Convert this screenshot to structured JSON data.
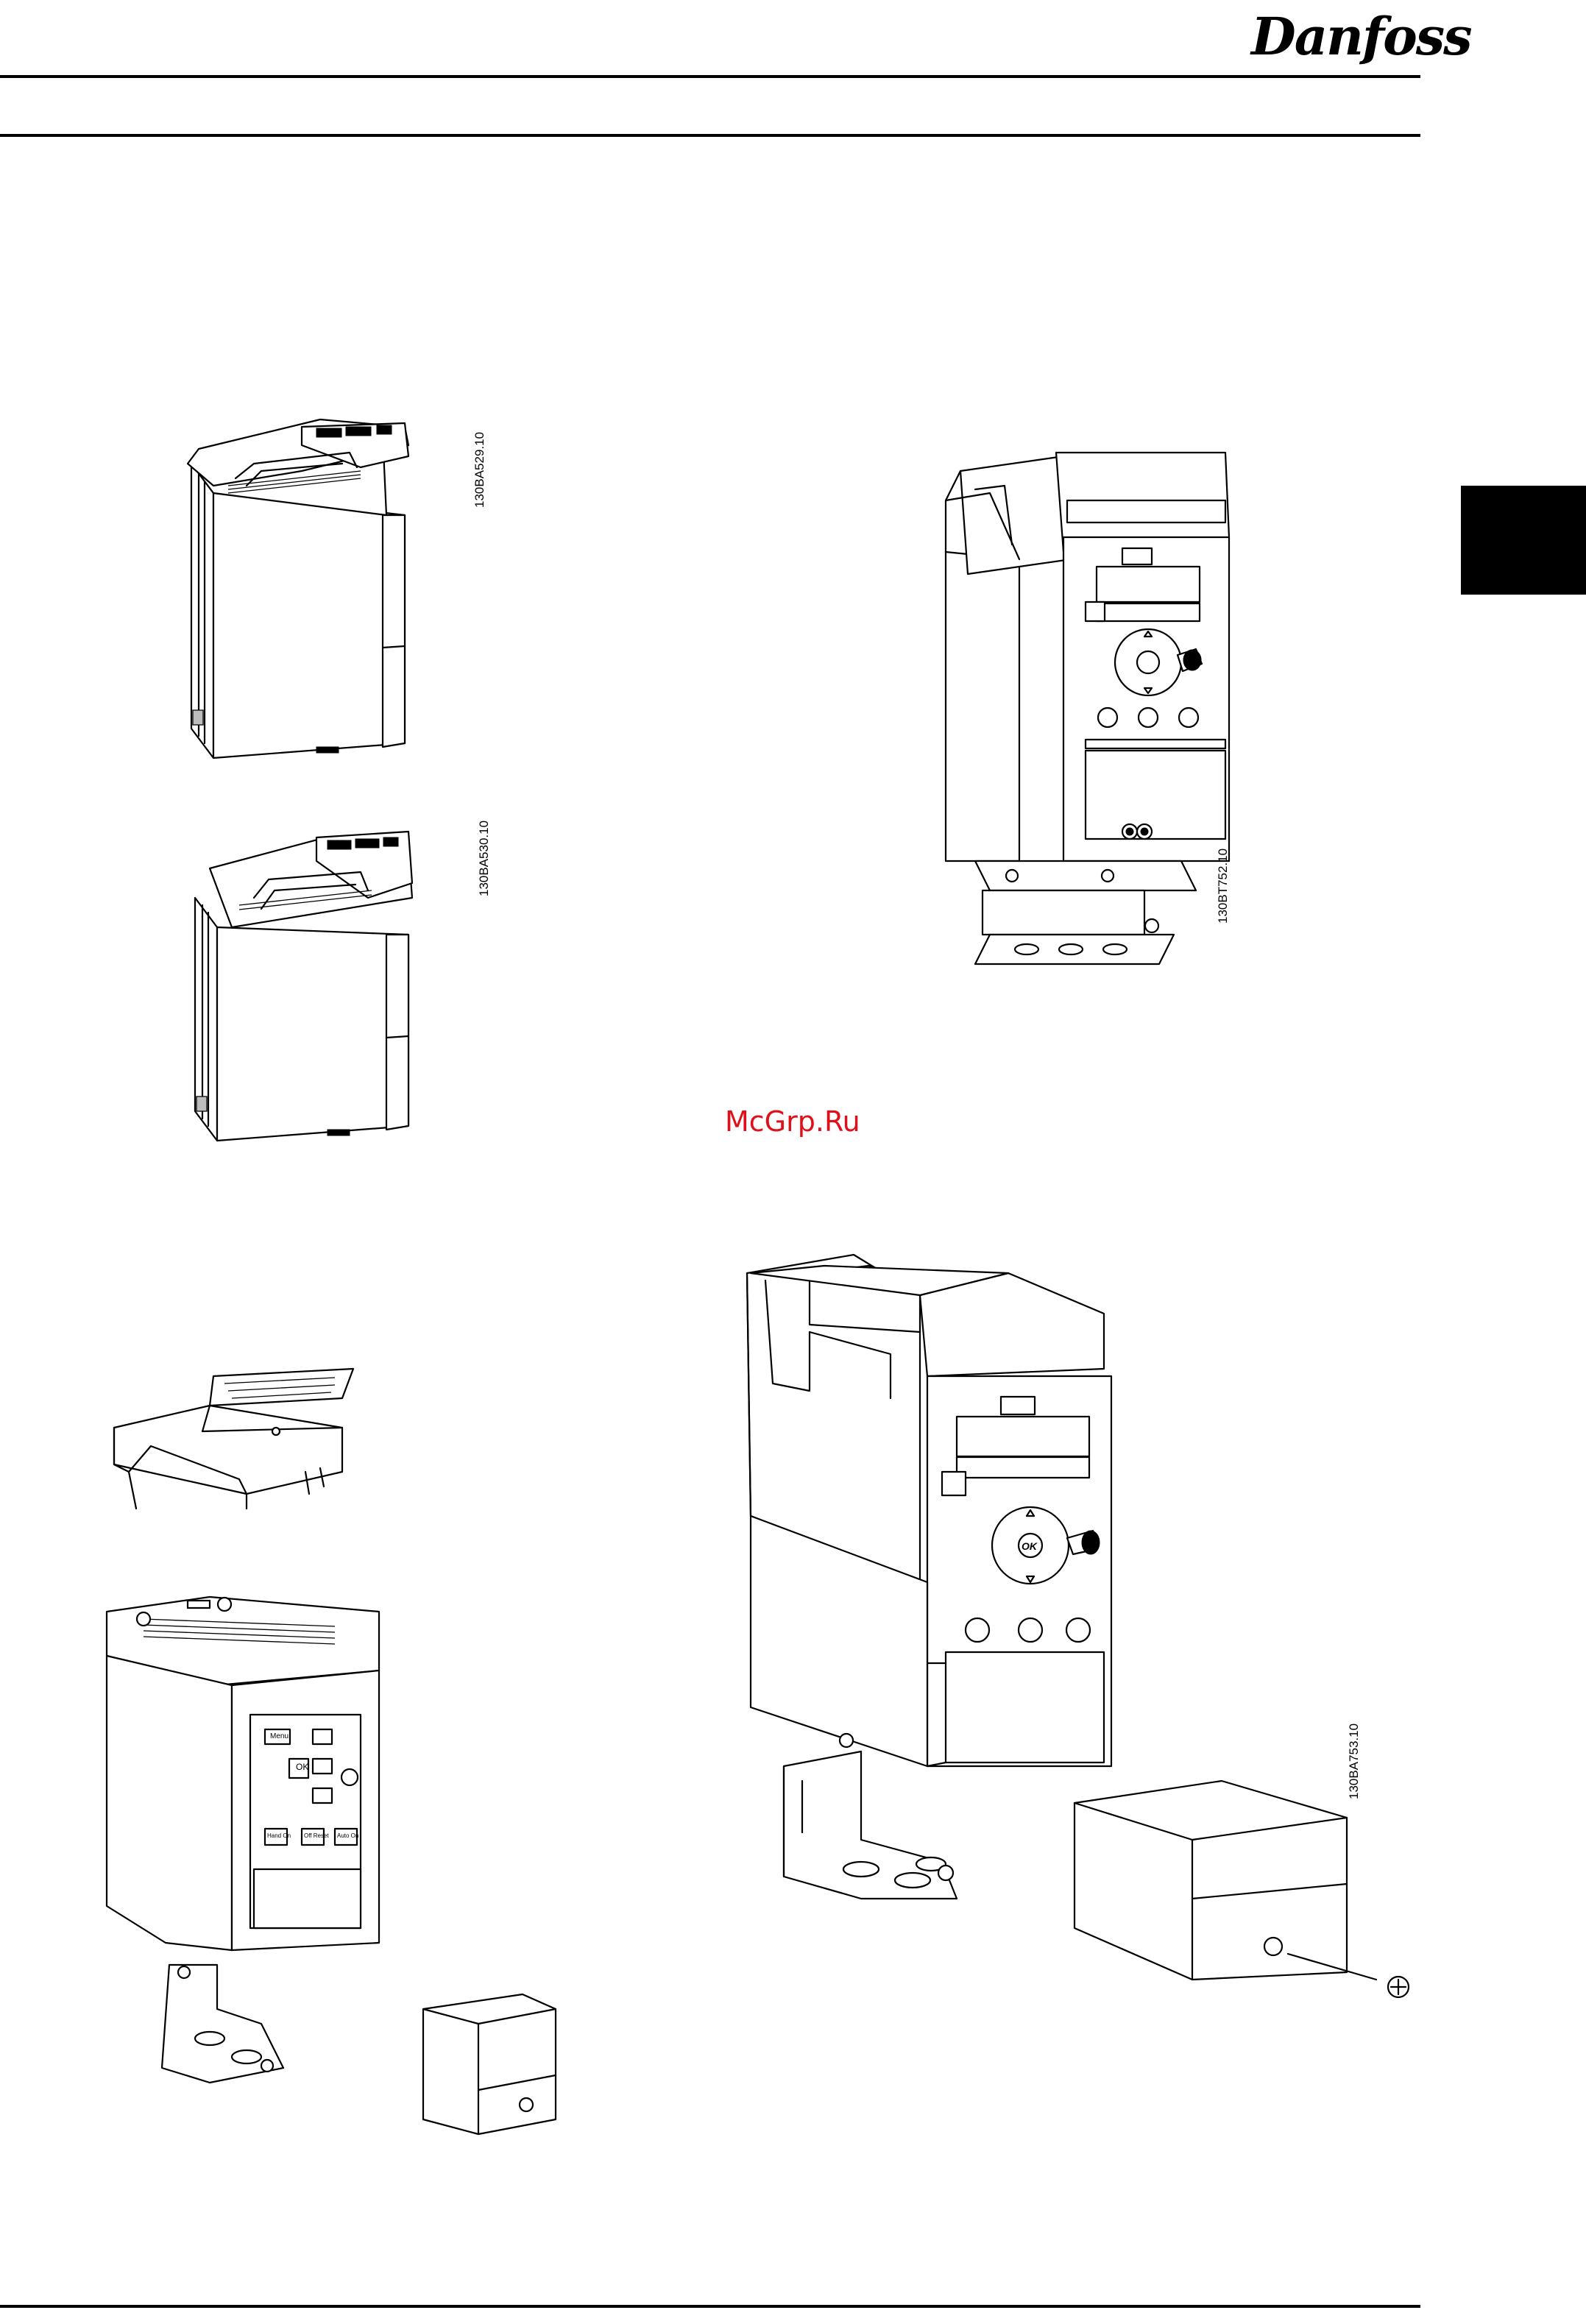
{
  "header": {
    "logo_text": "Danfoss"
  },
  "figures": [
    {
      "code": "130BA529.10"
    },
    {
      "code": "130BA530.10"
    },
    {
      "code": "130BT752.10"
    },
    {
      "code": "130BA753.10"
    }
  ],
  "keypads": {
    "classic": {
      "menu": "Menu",
      "ok": "OK",
      "hand": "Hand On",
      "off": "Off Reset",
      "auto": "Auto On"
    },
    "modern": {
      "ok": "OK"
    }
  },
  "watermark": "McGrp.Ru"
}
